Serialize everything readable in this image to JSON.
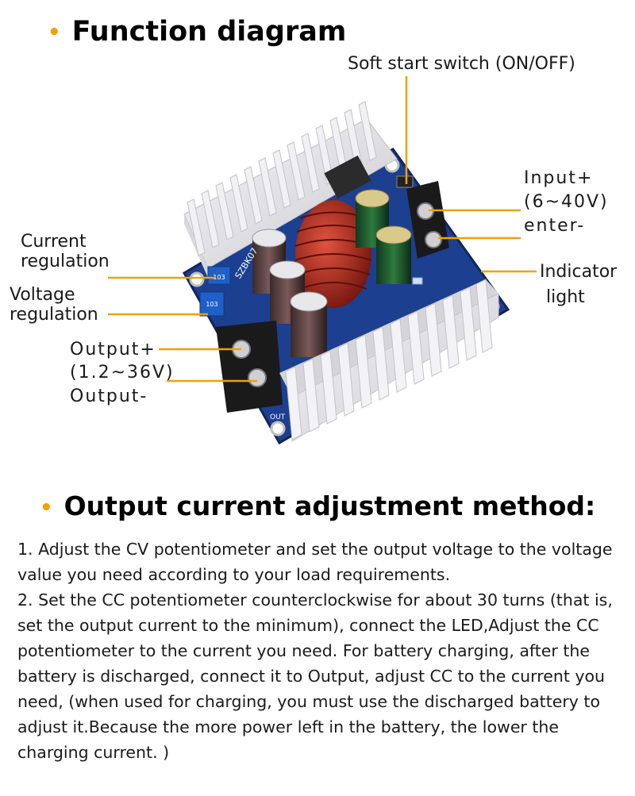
{
  "section1": {
    "bullet": "•",
    "title": "Function diagram"
  },
  "labels": {
    "soft_start": "Soft start switch (ON/OFF)",
    "input_plus": "Input+",
    "input_range": "(6~40V)",
    "input_minus": "enter-",
    "current_reg_1": "Current",
    "current_reg_2": "regulation",
    "voltage_reg_1": "Voltage",
    "voltage_reg_2": "regulation",
    "indicator_1": "Indicator",
    "indicator_2": "light",
    "output_plus": "Output+",
    "output_range": "(1.2~36V)",
    "output_minus": "Output-"
  },
  "board_marks": {
    "silk1": "SZBK07",
    "silk2": "OUT",
    "pot1": "103",
    "pot2": "103"
  },
  "colors": {
    "accent": "#f2a100",
    "pcb": "#1d3f8f",
    "heatsink": "#e9e9ec",
    "coil": "#b3261e"
  },
  "section2": {
    "bullet": "•",
    "title": "Output current adjustment method:",
    "para1": "1. Adjust the CV potentiometer and set the output voltage to the voltage value you need according to your load requirements.",
    "para2": "2. Set the CC potentiometer counterclockwise for about 30 turns (that is, set the output current to the minimum), connect the LED,Adjust the CC potentiometer to the current you need. For battery charging, after the battery is discharged, connect it to Output, adjust CC to the current you need, (when used for charging, you must use the discharged battery to adjust it.Because the more power left in the battery, the lower the charging current. )"
  }
}
